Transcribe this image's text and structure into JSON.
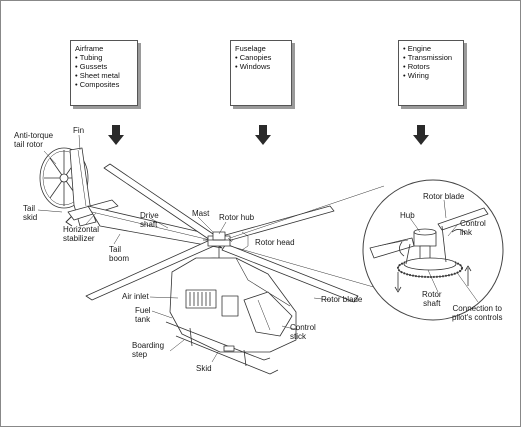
{
  "category_boxes": [
    {
      "title": "Airframe",
      "items": [
        "Tubing",
        "Gussets",
        "Sheet metal",
        "Composites"
      ]
    },
    {
      "title": "Fuselage",
      "items": [
        "Canopies",
        "Windows"
      ]
    },
    {
      "title": "",
      "items": [
        "Engine",
        "Transmission",
        "Rotors",
        "Wiring"
      ]
    }
  ],
  "labels": {
    "anti_torque_tail_rotor": "Anti-torque\ntail rotor",
    "fin": "Fin",
    "tail_skid": "Tail\nskid",
    "horizontal_stabilizer": "Horizontal\nstabilizer",
    "tail_boom": "Tail\nboom",
    "drive_shaft": "Drive\nshaft",
    "mast": "Mast",
    "rotor_hub": "Rotor hub",
    "rotor_head": "Rotor head",
    "air_inlet": "Air inlet",
    "fuel_tank": "Fuel\ntank",
    "rotor_blade_main": "Rotor blade",
    "boarding_step": "Boarding\nstep",
    "control_stick": "Control\nstick",
    "skid": "Skid",
    "inset_rotor_blade": "Rotor blade",
    "inset_hub": "Hub",
    "inset_control_link": "Control\nlink",
    "inset_rotor_shaft": "Rotor\nshaft",
    "inset_connection": "Connection to\npilot's controls"
  },
  "colors": {
    "line": "#333333",
    "frame": "#888888",
    "arrow": "#2a2a2a",
    "shadow": "#9a9a9a"
  }
}
